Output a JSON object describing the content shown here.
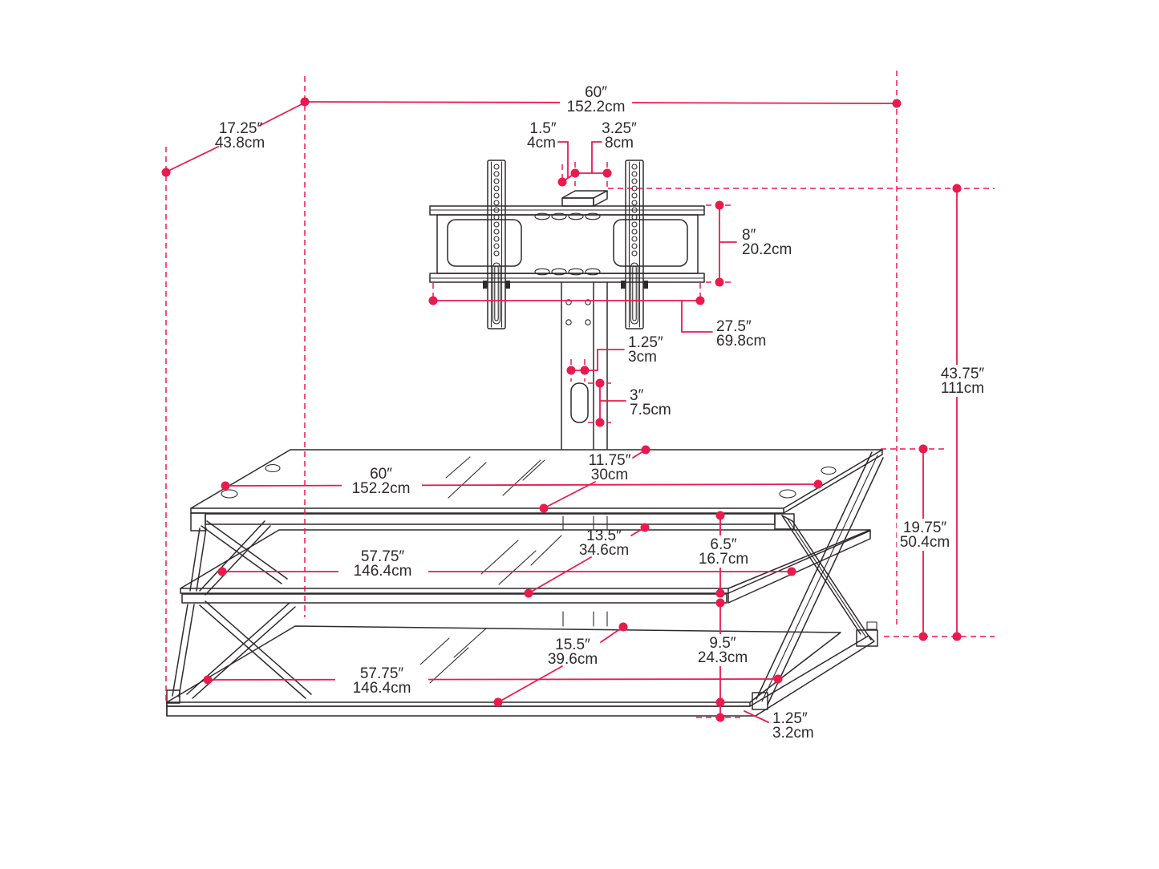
{
  "title": "TV stand with swivel mount dimension diagram",
  "colors": {
    "dimension_red": "#EB1A4D",
    "line_black": "#2E2A2B",
    "background": "#FFFFFF"
  },
  "dims": {
    "top_width": {
      "in": "60″",
      "cm": "152.2cm"
    },
    "top_depth": {
      "in": "17.25″",
      "cm": "43.8cm"
    },
    "mount_cap_offset": {
      "in": "1.5″",
      "cm": "4cm"
    },
    "mount_cap_width": {
      "in": "3.25″",
      "cm": "8cm"
    },
    "bracket_height": {
      "in": "8″",
      "cm": "20.2cm"
    },
    "bracket_width": {
      "in": "27.5″",
      "cm": "69.8cm"
    },
    "cable_slot_width": {
      "in": "1.25″",
      "cm": "3cm"
    },
    "cable_slot_height": {
      "in": "3″",
      "cm": "7.5cm"
    },
    "stand_height": {
      "in": "43.75″",
      "cm": "111cm"
    },
    "top_shelf_width": {
      "in": "60″",
      "cm": "152.2cm"
    },
    "top_shelf_inset": {
      "in": "11.75″",
      "cm": "30cm"
    },
    "middle_shelf_depth": {
      "in": "13.5″",
      "cm": "34.6cm"
    },
    "upper_clearance": {
      "in": "6.5″",
      "cm": "16.7cm"
    },
    "shelf_span_height": {
      "in": "19.75″",
      "cm": "50.4cm"
    },
    "middle_shelf_width": {
      "in": "57.75″",
      "cm": "146.4cm"
    },
    "lower_clearance": {
      "in": "9.5″",
      "cm": "24.3cm"
    },
    "bottom_shelf_depth": {
      "in": "15.5″",
      "cm": "39.6cm"
    },
    "bottom_shelf_width": {
      "in": "57.75″",
      "cm": "146.4cm"
    },
    "base_thickness": {
      "in": "1.25″",
      "cm": "3.2cm"
    }
  }
}
